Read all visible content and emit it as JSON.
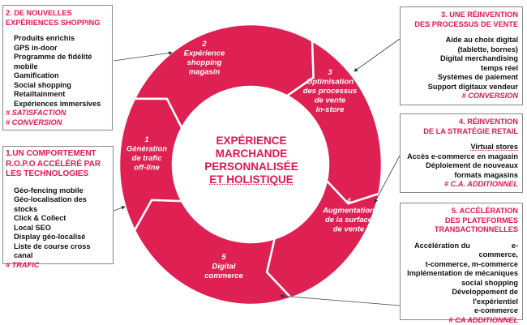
{
  "colors": {
    "accent": "#e0174f",
    "ring": "#de2152",
    "text": "#111111",
    "border": "#888888"
  },
  "center": {
    "lines": [
      "EXPÉRIENCE",
      "MARCHANDE",
      "PERSONNALISÉE",
      "ET HOLISTIQUE"
    ]
  },
  "segments": [
    {
      "number": "1",
      "lines": [
        "Génération",
        "de trafic",
        "off-line"
      ]
    },
    {
      "number": "2",
      "lines": [
        "Expérience",
        "shopping",
        "magasin"
      ]
    },
    {
      "number": "3",
      "lines": [
        "Optimisation",
        "des processus",
        "de vente",
        "in-store"
      ]
    },
    {
      "number": "4",
      "lines": [
        "Augmentation",
        "de la surface",
        "de vente"
      ]
    },
    {
      "number": "5",
      "lines": [
        "Digital",
        "commerce"
      ]
    }
  ],
  "boxes": {
    "b1": {
      "title": [
        "1.UN COMPORTEMENT",
        "R.O.P.O ACCÉLÉRÉ PAR",
        "LES TECHNOLOGIES"
      ],
      "items": [
        "Géo-fencing mobile",
        "Géo-localisation des stocks",
        "Click & Collect",
        "Local SEO",
        "Display géo-localisé",
        "Liste de course cross canal"
      ],
      "tags": [
        "# TRAFIC"
      ]
    },
    "b2": {
      "title": [
        "2. DE NOUVELLES",
        "EXPÉRIENCES SHOPPING"
      ],
      "items": [
        "Produits enrichis",
        "GPS in-door",
        "Programme de fidélité",
        "mobile",
        "Gamification",
        "Social shopping",
        "Retailtainment",
        "Expériences immersives"
      ],
      "tags": [
        "# SATISFACTION",
        "# CONVERSION"
      ]
    },
    "b3": {
      "title": [
        "3. UNE RÉINVENTION",
        "DES PROCESSUS DE VENTE"
      ],
      "items": [
        "Aide au choix digital",
        "(tablette, bornes)",
        "Digital merchandising",
        "temps réel",
        "Systèmes de paiement",
        "Support digitaux vendeur"
      ],
      "tags": [
        "# CONVERSION"
      ]
    },
    "b4": {
      "title": [
        "4. RÉINVENTION",
        "DE LA STRATÉGIE RETAIL"
      ],
      "items": [
        "Virtual stores",
        "Accès e-commerce en magasin",
        "Déploiement de nouveaux",
        "formats magasins"
      ],
      "tags": [
        "# C.A. ADDITIONNEL"
      ]
    },
    "b5": {
      "title": [
        "5. ACCÉLÉRATION",
        "DES PLATEFORMES",
        "TRANSACTIONNELLES"
      ],
      "items_first": [
        "Accélération du",
        "e-"
      ],
      "items": [
        "commerce,",
        "t-commerce, m-commerce",
        "Implémentation de mécaniques",
        "social shopping",
        "Développement de l'expérientiel",
        "e-commerce"
      ],
      "tags": [
        "# CA ADDITIONNEL"
      ]
    }
  }
}
